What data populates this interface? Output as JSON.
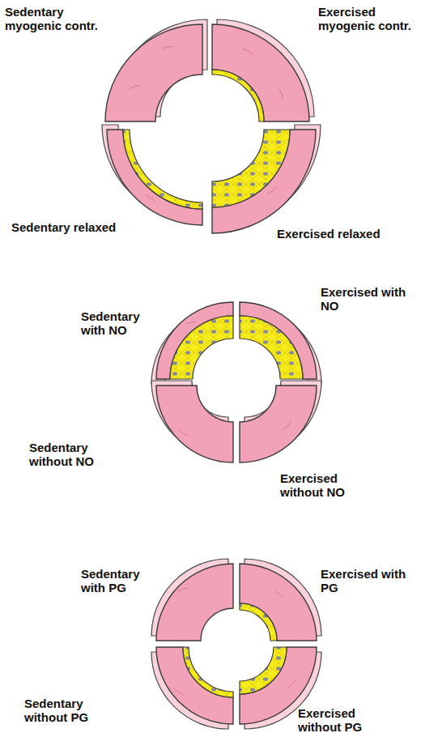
{
  "diagram": {
    "labels": [
      "Sedentary myogenic contr.",
      "Exercised myogenic contr.",
      "Sedentary relaxed",
      "Exercised relaxed",
      "Sedentary with NO",
      "Exercised with NO",
      "Sedentary without NO",
      "Exercised without NO",
      "Sedentary with PG",
      "Exercised with PG",
      "Sedentary without PG",
      "Exercised without PG"
    ]
  }
}
